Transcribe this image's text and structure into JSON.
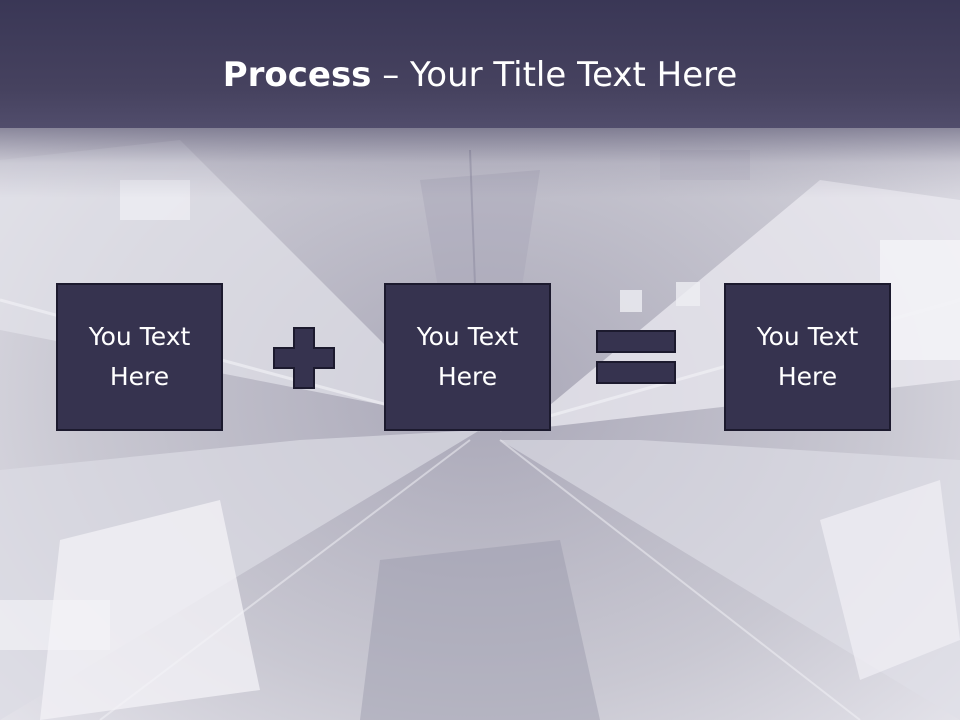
{
  "slide": {
    "title_bold": "Process",
    "title_rest": " – Your Title Text Here"
  },
  "process": {
    "steps": [
      "You Text Here",
      "You Text Here",
      "You Text Here"
    ],
    "operators": [
      "plus-icon",
      "equals-icon"
    ]
  },
  "colors": {
    "title_bar": "#46425f",
    "box_fill": "#36334f",
    "box_border": "#1c1a2e",
    "operator_fill": "#36334f",
    "text": "#ffffff"
  }
}
